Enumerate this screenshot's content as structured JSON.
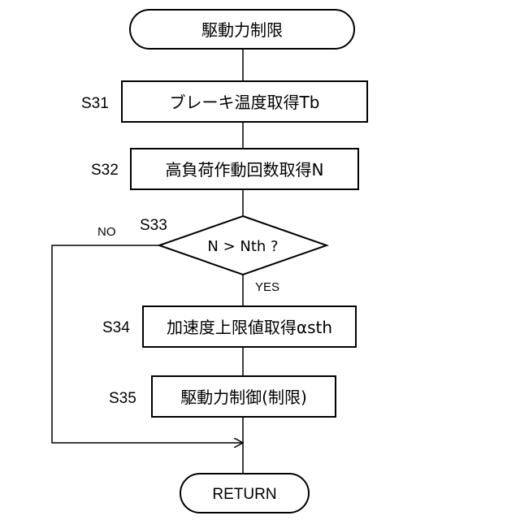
{
  "flowchart": {
    "start": "駆動力制限",
    "end": "RETURN",
    "steps": [
      {
        "id": "S31",
        "label": "ブレーキ温度取得Tb"
      },
      {
        "id": "S32",
        "label": "高負荷作動回数取得N"
      },
      {
        "id": "S33",
        "label": "N > Nth ?"
      },
      {
        "id": "S34",
        "label": "加速度上限値取得αsth"
      },
      {
        "id": "S35",
        "label": "駆動力制御(制限)"
      }
    ],
    "branches": {
      "yes": "YES",
      "no": "NO"
    }
  }
}
